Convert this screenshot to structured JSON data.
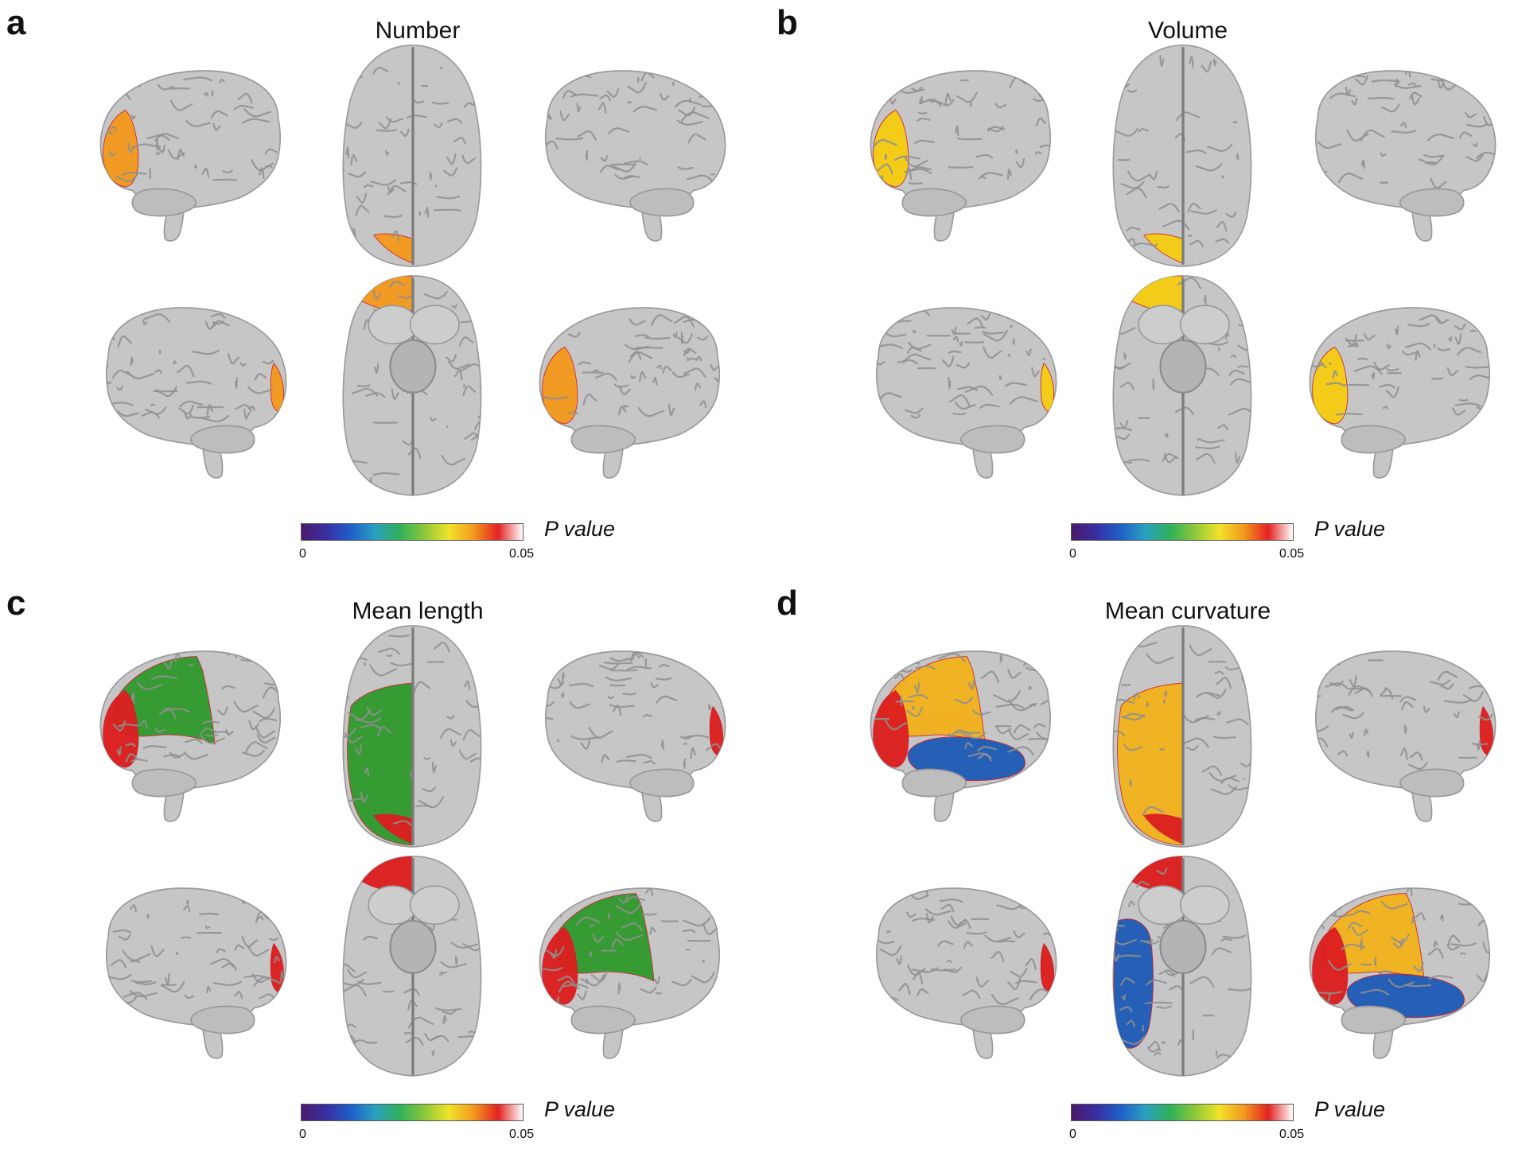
{
  "colors": {
    "cortex": "#c6c6c6",
    "sulcus": "#8f8f8f",
    "orange": "#f39a1e",
    "yellow": "#f5cc12",
    "green": "#2f9a2c",
    "red": "#dc1f1f",
    "gold": "#f2b21d",
    "blue": "#1f5bb6",
    "colormap": [
      "#4a1a6b",
      "#3a2ea0",
      "#1e5fc8",
      "#2aa0c0",
      "#2fb05a",
      "#8cc83a",
      "#f1e22a",
      "#f29a1e",
      "#e32222",
      "#ffffff"
    ]
  },
  "panels": [
    {
      "letter": "a",
      "title": "Number",
      "colorbar": {
        "label": "P value",
        "min": "0",
        "max": "0.05"
      },
      "highlights": {
        "lat_left_top": [
          {
            "region": "frontal-pole",
            "color": "orange"
          }
        ],
        "top_view": [
          {
            "region": "left-frontal-tip",
            "color": "orange"
          }
        ],
        "lat_right_top": [],
        "lat_left_bottom": [
          {
            "region": "frontal-edge",
            "color": "orange"
          }
        ],
        "bottom_view": [
          {
            "region": "left-frontal-tip",
            "color": "orange"
          }
        ],
        "lat_right_bottom": [
          {
            "region": "frontal-pole",
            "color": "orange"
          }
        ]
      }
    },
    {
      "letter": "b",
      "title": "Volume",
      "colorbar": {
        "label": "P value",
        "min": "0",
        "max": "0.05"
      },
      "highlights": {
        "lat_left_top": [
          {
            "region": "frontal-pole",
            "color": "yellow"
          }
        ],
        "top_view": [
          {
            "region": "left-frontal-tip",
            "color": "yellow"
          }
        ],
        "lat_right_top": [],
        "lat_left_bottom": [
          {
            "region": "frontal-edge",
            "color": "yellow"
          }
        ],
        "bottom_view": [
          {
            "region": "left-frontal-tip",
            "color": "yellow"
          }
        ],
        "lat_right_bottom": [
          {
            "region": "frontal-pole",
            "color": "yellow"
          }
        ]
      }
    },
    {
      "letter": "c",
      "title": "Mean length",
      "colorbar": {
        "label": "P value",
        "min": "0",
        "max": "0.05"
      },
      "highlights": {
        "lat_left_top": [
          {
            "region": "parietal",
            "color": "green"
          },
          {
            "region": "frontal-pole",
            "color": "red"
          }
        ],
        "top_view": [
          {
            "region": "left-hemisphere-front",
            "color": "green"
          },
          {
            "region": "left-frontal-tip",
            "color": "red"
          }
        ],
        "lat_right_top": [
          {
            "region": "frontal-edge",
            "color": "red"
          }
        ],
        "lat_left_bottom": [
          {
            "region": "frontal-edge",
            "color": "red"
          }
        ],
        "bottom_view": [
          {
            "region": "left-frontal-tip",
            "color": "red"
          }
        ],
        "lat_right_bottom": [
          {
            "region": "parietal",
            "color": "green"
          },
          {
            "region": "frontal-pole",
            "color": "red"
          }
        ]
      }
    },
    {
      "letter": "d",
      "title": "Mean curvature",
      "colorbar": {
        "label": "P value",
        "min": "0",
        "max": "0.05"
      },
      "highlights": {
        "lat_left_top": [
          {
            "region": "parietal",
            "color": "gold"
          },
          {
            "region": "temporal",
            "color": "blue"
          },
          {
            "region": "frontal-pole",
            "color": "red"
          }
        ],
        "top_view": [
          {
            "region": "left-hemisphere-front",
            "color": "gold"
          },
          {
            "region": "left-frontal-tip",
            "color": "red"
          }
        ],
        "lat_right_top": [
          {
            "region": "frontal-edge",
            "color": "red"
          }
        ],
        "lat_left_bottom": [
          {
            "region": "frontal-edge",
            "color": "red"
          }
        ],
        "bottom_view": [
          {
            "region": "left-temporal-ventral",
            "color": "blue"
          },
          {
            "region": "left-frontal-tip",
            "color": "red"
          }
        ],
        "lat_right_bottom": [
          {
            "region": "parietal",
            "color": "gold"
          },
          {
            "region": "temporal",
            "color": "blue"
          },
          {
            "region": "frontal-pole",
            "color": "red"
          }
        ]
      }
    }
  ]
}
